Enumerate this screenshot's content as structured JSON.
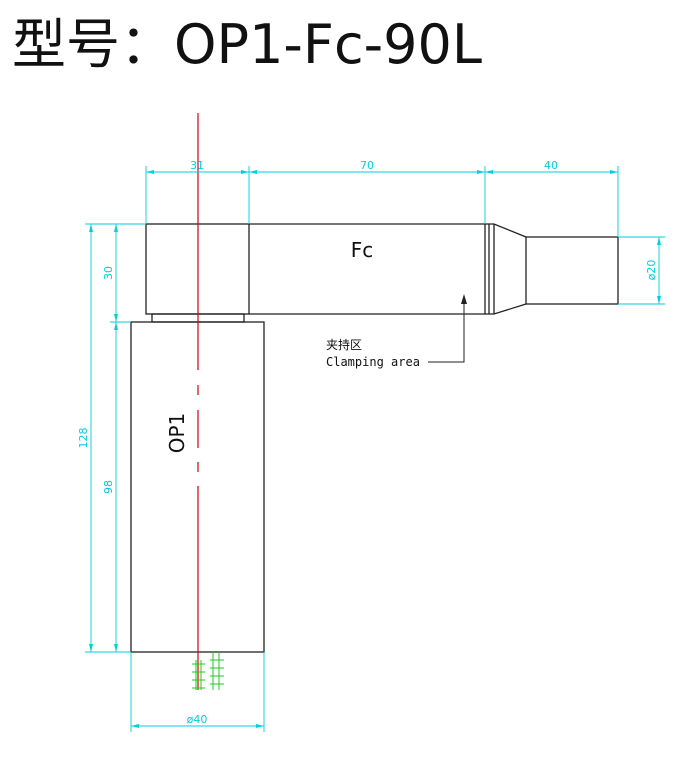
{
  "title": "型号：OP1-Fc-90L",
  "labels": {
    "fc": "Fc",
    "op1": "OP1",
    "clamp_cn": "夹持区",
    "clamp_en": "Clamping area"
  },
  "dimensions": {
    "w31": "31",
    "w70": "70",
    "w40": "40",
    "h30": "30",
    "h128": "128",
    "h98": "98",
    "d20": "ø20",
    "d40": "ø40"
  },
  "colors": {
    "outline": "#222222",
    "dimension": "#00cfe0",
    "centerline": "#e00000",
    "marker": "#22cc22"
  }
}
